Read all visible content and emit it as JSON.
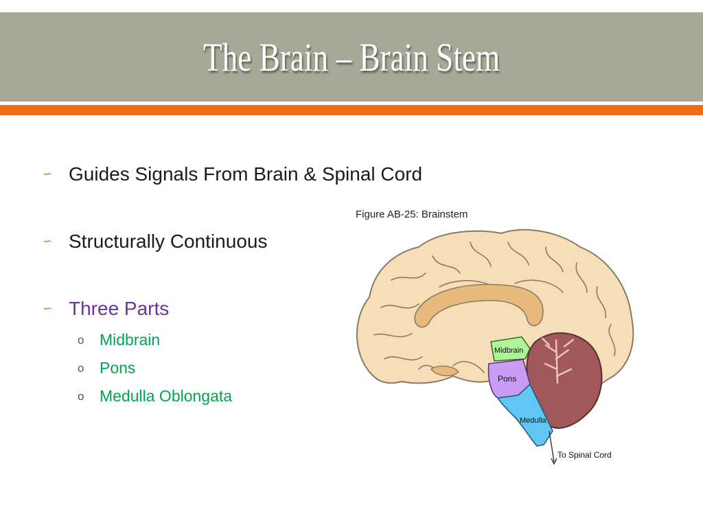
{
  "slide": {
    "title": "The Brain – Brain Stem"
  },
  "bullets": [
    {
      "text": "Guides Signals From Brain & Spinal Cord",
      "glyph": "∽"
    },
    {
      "text": "Structurally Continuous",
      "glyph": "∽"
    },
    {
      "text": "Three Parts",
      "glyph": "∽"
    }
  ],
  "sub_bullets": [
    {
      "text": "Midbrain",
      "glyph": "o"
    },
    {
      "text": "Pons",
      "glyph": "o"
    },
    {
      "text": "Medulla Oblongata",
      "glyph": "o"
    }
  ],
  "figure": {
    "caption": "Figure AB-25: Brainstem",
    "labels": {
      "midbrain": "Midbrain",
      "pons": "Pons",
      "medulla": "Medulla",
      "spinal_cord": "To Spinal Cord"
    }
  },
  "colors": {
    "title_bar": "#a6a996",
    "accent_orange": "#ee6c13",
    "highlight_purple": "#7030a0",
    "sub_green": "#00a550",
    "brain_cortex": "#f6dfb8",
    "corpus_callosum": "#e8b97c",
    "midbrain": "#aef59a",
    "pons": "#c99cf5",
    "medulla": "#5fc6f5",
    "cerebellum": "#a0585a"
  }
}
